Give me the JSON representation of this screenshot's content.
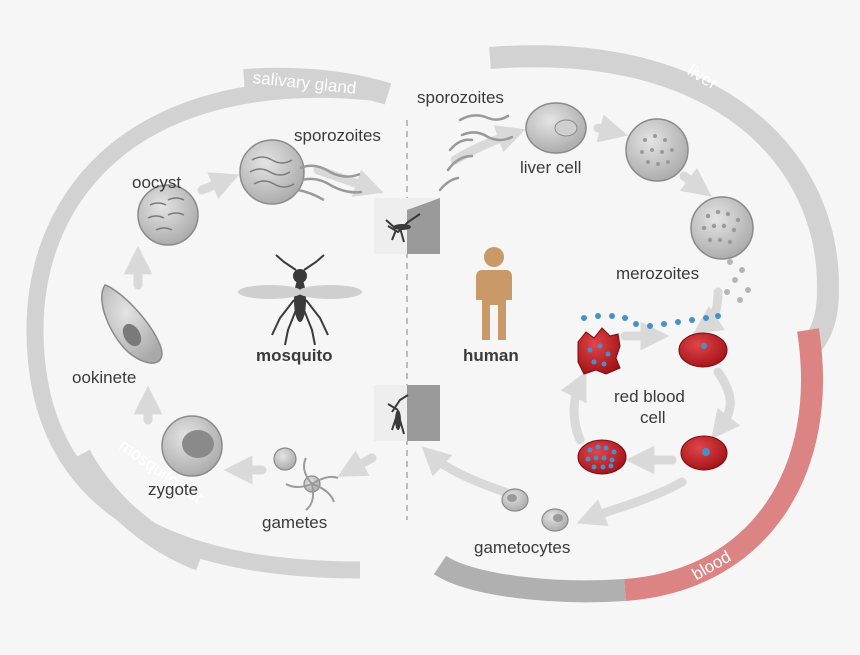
{
  "bands": {
    "salivary_gland": "salivary gland",
    "mosquito_gut": "mosquito gut",
    "liver": "liver",
    "blood": "blood"
  },
  "labels": {
    "sporozoites_mosquito": "sporozoites",
    "sporozoites_human": "sporozoites",
    "oocyst": "oocyst",
    "ookinete": "ookinete",
    "zygote": "zygote",
    "gametes": "gametes",
    "gametocytes": "gametocytes",
    "liver_cell": "liver cell",
    "merozoites": "merozoites",
    "red_blood_cell_line1": "red blood",
    "red_blood_cell_line2": "cell",
    "mosquito": "mosquito",
    "human": "human"
  },
  "colors": {
    "background": "#f6f6f6",
    "band_gray": "#d2d2d2",
    "band_dark": "#b0b0b0",
    "band_blood": "#dc8384",
    "arrow": "#d9d9d9",
    "cell_gray": "#bdbdbd",
    "rbc_red": "#c0141b",
    "parasite_blue": "#4a90c8",
    "human_skin": "#c99a68",
    "text": "#3a3a3a"
  }
}
